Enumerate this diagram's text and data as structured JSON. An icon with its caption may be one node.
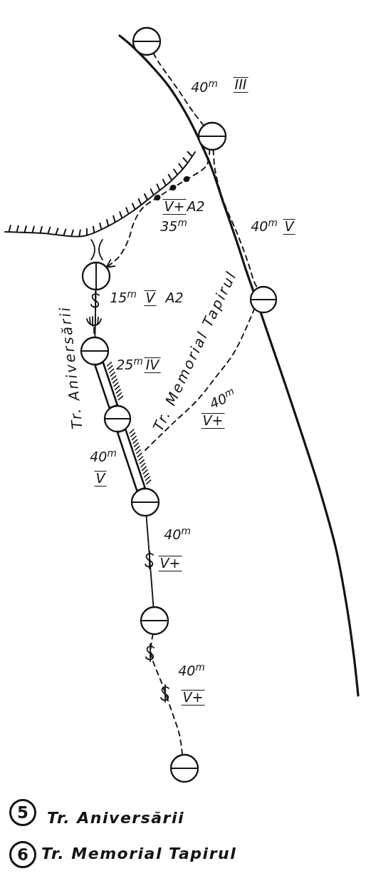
{
  "diagram": {
    "nodes": [
      {
        "text": [],
        "shape": "circle"
      },
      {
        "text": [],
        "shape": "circle"
      },
      {
        "text": [],
        "shape": "circle"
      },
      {
        "text": [],
        "shape": "circle"
      },
      {
        "text": [],
        "shape": "circle"
      },
      {
        "text": [],
        "shape": "circle"
      },
      {
        "text": [],
        "shape": "circle"
      },
      {
        "text": [],
        "shape": "circle"
      },
      {
        "text": [],
        "shape": "circle"
      },
      {
        "text": [
          "5"
        ],
        "beside": [
          "Tr. Aniversării"
        ]
      },
      {
        "text": [
          "6"
        ],
        "beside": [
          "Tr. Memorial Tapirul"
        ]
      }
    ],
    "edges": [
      {
        "from": 0,
        "to": 1,
        "arrow": "none",
        "style": "dashed"
      },
      {
        "from": 1,
        "to": 2,
        "arrow": "none",
        "style": "dashed"
      },
      {
        "from": 1,
        "to": 3,
        "arrow": "to",
        "style": "dashed"
      },
      {
        "from": 3,
        "to": 4,
        "arrow": "none"
      },
      {
        "from": 4,
        "to": 5,
        "arrow": "none",
        "style": "thick"
      },
      {
        "from": 5,
        "to": 6,
        "arrow": "none",
        "style": "thick"
      },
      {
        "from": 6,
        "to": 7,
        "arrow": "none"
      },
      {
        "from": 7,
        "to": 8,
        "arrow": "none",
        "style": "dashed"
      },
      {
        "from": null,
        "to": 2,
        "arrow": "none",
        "style": "dashed"
      }
    ],
    "labels": [
      "40$^{m}$",
      "III",
      "V+",
      "A2",
      "35$^{m}$",
      "40$^{m}$",
      "V",
      "15$^{m}$",
      "V",
      "A2",
      "25$^{m}$",
      "IV",
      "Tr. Aniversării",
      "Tr. Memorial Tapirul",
      "40$^{m}$",
      "V+",
      "40$^{m}$",
      "V",
      "40$^{m}$",
      "V+",
      "40$^{m}$",
      "V+"
    ]
  }
}
